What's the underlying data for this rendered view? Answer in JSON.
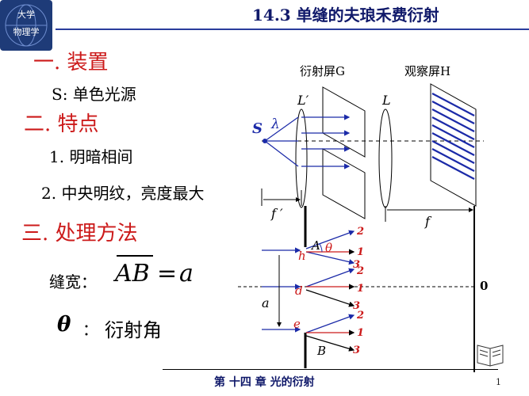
{
  "logo": {
    "line1": "大学",
    "line2": "物理学"
  },
  "slide": {
    "title": "14.3 单缝的夫琅禾费衍射"
  },
  "sections": [
    {
      "heading": "一. 装置",
      "items": [
        "S: 单色光源"
      ]
    },
    {
      "heading": "二. 特点",
      "items": [
        "1. 明暗相间",
        "2. 中央明纹，亮度最大"
      ]
    },
    {
      "heading": "三. 处理方法",
      "items": []
    }
  ],
  "slit_width": {
    "label": "缝宽：",
    "formula_left": "AB",
    "formula_eq": "=",
    "formula_right": "a"
  },
  "angle": {
    "symbol": "θ",
    "sep": "：",
    "label": "衍射角"
  },
  "diagram": {
    "screen_g_label": "衍射屏G",
    "screen_h_label": "观察屏H",
    "lens_l_prime": "L′",
    "lens_l": "L",
    "source_s": "S",
    "lambda": "λ",
    "f_prime": "f ′",
    "f": "f",
    "point_a": "A",
    "point_b": "B",
    "point_h": "h",
    "point_d": "d",
    "point_e": "e",
    "theta": "θ",
    "width_a": "a",
    "zero": "0",
    "ray_numbers": [
      "2",
      "1",
      "3",
      "2",
      "1",
      "3",
      "2",
      "1",
      "3"
    ]
  },
  "footer": {
    "chapter": "第 十四 章  光的衍射",
    "page": "1"
  },
  "icon": "book-icon"
}
